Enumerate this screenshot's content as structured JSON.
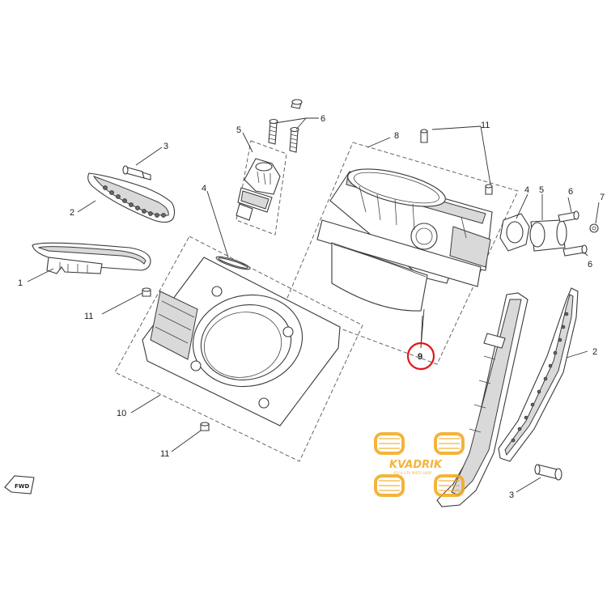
{
  "callouts": {
    "c1": "1",
    "c2_left": "2",
    "c3_top": "3",
    "c4_mid": "4",
    "c5_top": "5",
    "c6_top": "6",
    "c8": "8",
    "c11_top": "11",
    "c4_right": "4",
    "c5_right": "5",
    "c6_right_a": "6",
    "c7": "7",
    "c6_right_b": "6",
    "c11_left": "11",
    "c9": "9",
    "c2_right": "2",
    "c10": "10",
    "c11_bottom": "11",
    "c3_bottom": "3"
  },
  "highlight": {
    "callout": "9",
    "color": "#e0161b"
  },
  "watermark": {
    "brand": "KVADRIK",
    "tagline": "ATV & UTV PARTS SHOP",
    "color": "#f2a71b"
  },
  "fwd_label": "FWD"
}
